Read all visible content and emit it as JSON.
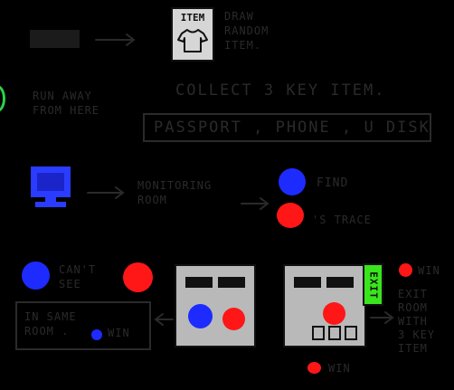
{
  "item_card": {
    "label": "ITEM"
  },
  "draw_text": "DRAW\nRANDOM\nITEM.",
  "run_away_text": "RUN AWAY\nFROM HERE",
  "collect_title": "COLLECT 3 KEY ITEM.",
  "key_items": "PASSPORT , PHONE , U DISK",
  "monitoring_text": "MONITORING\nROOM",
  "find_label": "FIND",
  "trace_label": "'S TRACE",
  "cant_see_text": "CAN'T\nSEE",
  "same_room_text": "IN SAME\nROOM .",
  "same_room_win": "WIN",
  "exit_sign": "EXIT",
  "right_win_label": "WIN",
  "exit_room_text": "EXIT\nROOM\nWITH\n3 KEY\nITEM",
  "bottom_win_label": "WIN",
  "colors": {
    "background": "#000000",
    "blue_player": "#1e2bff",
    "red_player": "#ff1616",
    "exit_green": "#39e51c",
    "monitor_blue": "#2a3cff",
    "ink": "#2a2a2a"
  }
}
